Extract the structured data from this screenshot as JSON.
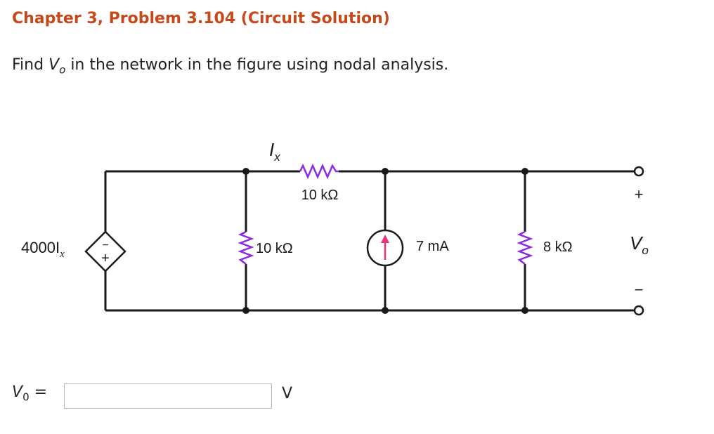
{
  "problem": {
    "title": "Chapter 3, Problem 3.104 (Circuit Solution)",
    "question_prefix": "Find ",
    "question_var": "V",
    "question_sub": "o",
    "question_suffix": " in the network in the figure using nodal analysis."
  },
  "circuit": {
    "current_label": "I",
    "current_sub": "x",
    "resistor_top": "10 kΩ",
    "resistor_left": "10 kΩ",
    "current_source": "7 mA",
    "resistor_right": "8 kΩ",
    "dependent_source": "4000I",
    "dependent_sub": "x",
    "output_var": "V",
    "output_sub": "o",
    "plus": "+",
    "minus": "−",
    "src_plus": "+",
    "src_minus": "−"
  },
  "answer": {
    "label_var": "V",
    "label_sub": "0",
    "label_eq": " =",
    "value": "",
    "unit": "V"
  },
  "colors": {
    "title": "#c44a1c",
    "wire": "#1a1a1a",
    "resistor": "#8a2be2",
    "arrow": "#e8347a"
  }
}
